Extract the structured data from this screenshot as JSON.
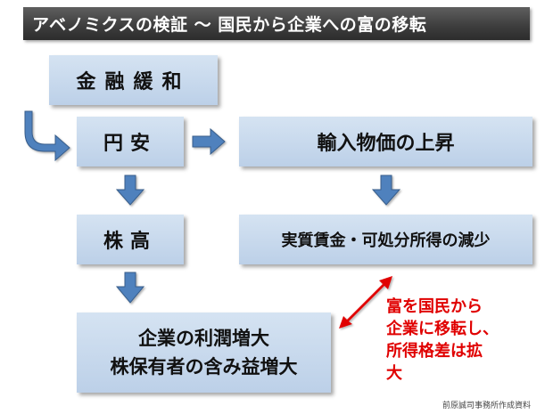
{
  "title": "アベノミクスの検証 ～ 国民から企業への富の移転",
  "nodes": {
    "kinyu_kanwa": "金融緩和",
    "enyasu": "円安",
    "yunyu_bukka": "輸入物価の上昇",
    "kabudaka": "株高",
    "jisshitsu_chingin": "実質賃金・可処分所得の減少",
    "kigyo_line1": "企業の利潤増大",
    "kigyo_line2": "株保有者の含み益増大"
  },
  "annotation": {
    "line1": "富を国民から",
    "line2": "企業に移転し、",
    "line3": "所得格差は拡",
    "line4": "大"
  },
  "credit": "前原誠司事務所作成資料",
  "colors": {
    "box_fill": "#c9daee",
    "arrow": "#4f81bd",
    "accent_red": "#e00000",
    "title_bg": "#3f3f3f"
  }
}
